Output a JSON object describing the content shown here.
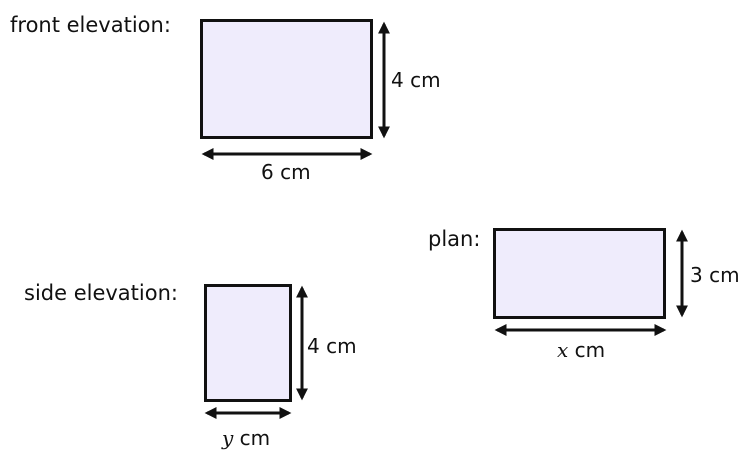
{
  "front_elevation": {
    "label": "front elevation:",
    "height_label": "4 cm",
    "width_label": "6 cm"
  },
  "side_elevation": {
    "label": "side elevation:",
    "height_label": "4 cm",
    "width_var": "y",
    "width_unit": " cm"
  },
  "plan": {
    "label": "plan:",
    "height_label": "3 cm",
    "width_var": "x",
    "width_unit": " cm"
  },
  "colors": {
    "shape_fill": "#efecfc",
    "stroke": "#111111"
  }
}
